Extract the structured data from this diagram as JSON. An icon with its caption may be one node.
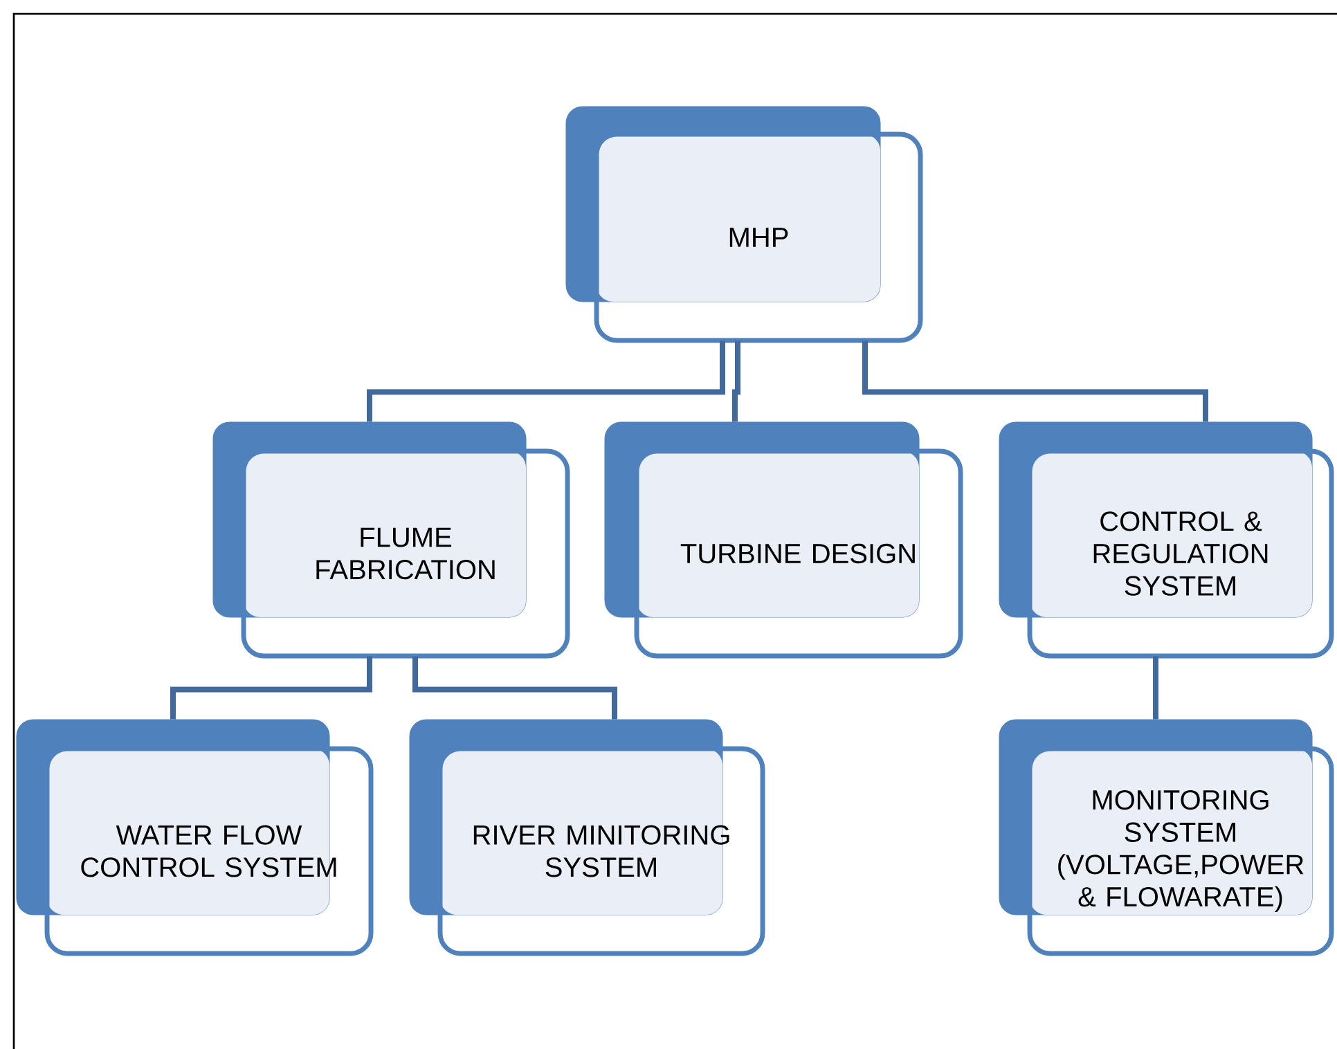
{
  "diagram": {
    "nodes": [
      {
        "text": [
          "MHP"
        ]
      },
      {
        "text": [
          "FLUME FABRICATION"
        ]
      },
      {
        "text": [
          "TURBINE DESIGN"
        ]
      },
      {
        "text": [
          "CONTROL & REGULATION SYSTEM"
        ]
      },
      {
        "text": [
          "WATER FLOW CONTROL SYSTEM"
        ]
      },
      {
        "text": [
          "RIVER MINITORING SYSTEM"
        ]
      },
      {
        "text": [
          "MONITORING SYSTEM (VOLTAGE,POWER & FLOWARATE)"
        ]
      }
    ],
    "edges": [
      {
        "from": 0,
        "to": 1,
        "arrow": "none"
      },
      {
        "from": 0,
        "to": 2,
        "arrow": "none"
      },
      {
        "from": 0,
        "to": 3,
        "arrow": "none"
      },
      {
        "from": 1,
        "to": 4,
        "arrow": "none"
      },
      {
        "from": 1,
        "to": 5,
        "arrow": "none"
      },
      {
        "from": 3,
        "to": 6,
        "arrow": "none"
      }
    ]
  }
}
